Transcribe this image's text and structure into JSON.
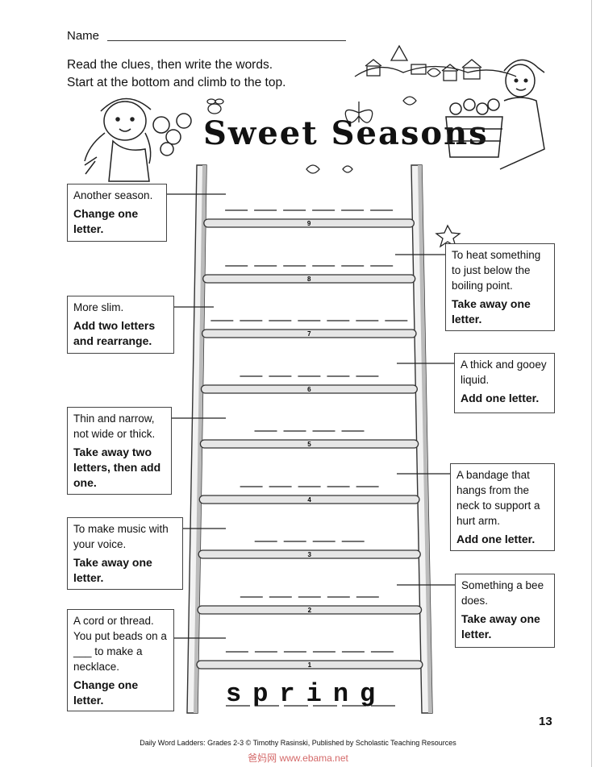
{
  "header": {
    "name_label": "Name",
    "instructions_line1": "Read the clues, then write the words.",
    "instructions_line2": "Start at the bottom and climb to the top.",
    "title": "Sweet Seasons"
  },
  "clues": [
    {
      "text": "Another season.",
      "bold": "Change one letter."
    },
    {
      "text": "To heat something to just below the boiling point.",
      "bold": "Take away one letter."
    },
    {
      "text": "More slim.",
      "bold": "Add two letters and rearrange."
    },
    {
      "text": "A thick and gooey liquid.",
      "bold": "Add one letter."
    },
    {
      "text": "Thin and narrow, not wide or thick.",
      "bold": "Take away two letters, then add one."
    },
    {
      "text": "A bandage that hangs from the neck to support a hurt arm.",
      "bold": "Add one letter."
    },
    {
      "text": "To make music with your voice.",
      "bold": "Take away one letter."
    },
    {
      "text": "Something a bee does.",
      "bold": "Take away one letter."
    },
    {
      "text": "A cord or thread. You put beads on a ___ to make a necklace.",
      "bold": "Change one letter."
    }
  ],
  "rungs": [
    "9",
    "8",
    "7",
    "6",
    "5",
    "4",
    "3",
    "2",
    "1"
  ],
  "start_word": "spring",
  "page_number": "13",
  "footer": "Daily Word Ladders: Grades 2-3 © Timothy Rasinski, Published by Scholastic Teaching Resources",
  "watermark": "爸妈网 www.ebama.net"
}
